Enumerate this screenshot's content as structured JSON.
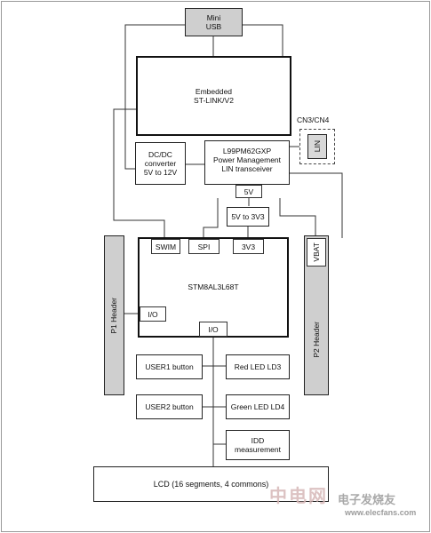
{
  "blocks": {
    "mini_usb": "Mini\nUSB",
    "st_link": "Embedded\nST-LINK/V2",
    "connector_label": "CN3/CN4",
    "lin": "LIN",
    "dcdc": "DC/DC\nconverter\n5V to 12V",
    "l99": "L99PM62GXP\nPower Management\nLIN transceiver",
    "v5": "5V",
    "v5_to_3v3": "5V to 3V3",
    "swim": "SWIM",
    "spi": "SPI",
    "v3v3": "3V3",
    "mcu": "STM8AL3L68T",
    "io_left": "I/O",
    "io_bottom": "I/O",
    "vbat": "VBAT",
    "p1_header": "P1 Header",
    "p2_header": "P2 Header",
    "user1": "USER1 button",
    "user2": "USER2 button",
    "red_led": "Red LED LD3",
    "green_led": "Green LED LD4",
    "idd": "IDD\nmeasurement",
    "lcd": "LCD (16 segments, 4 commons)"
  },
  "watermark": {
    "cn": "中电网",
    "brand": "电子发烧友",
    "url": "www.elecfans.com"
  },
  "colors": {
    "line": "#333333",
    "header_fill": "#cfcfcf",
    "usb_fill": "#d0d0d0"
  }
}
